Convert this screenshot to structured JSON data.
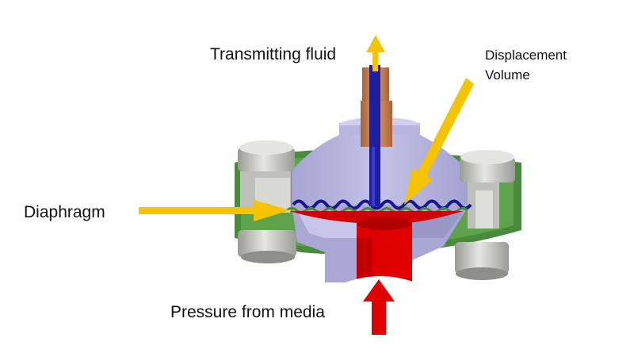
{
  "labels": {
    "transmitting_fluid": "Transmitting fluid",
    "displacement_line1": "Displacement",
    "displacement_line2": "Volume",
    "diaphragm": "Diaphragm",
    "pressure_from_media": "Pressure from media"
  },
  "colors": {
    "housing": "#b9b8e0",
    "housing_shadow": "#9694c0",
    "flange": "#4a8a3c",
    "bolt": "#c8c8c4",
    "bolt_shadow": "#8d8d8a",
    "capillary": "#1e1ea0",
    "fitting": "#c88450",
    "media_port": "#e00000",
    "diaphragm": "#2a9a2a",
    "displacement": "#161690",
    "arrow_yellow": "#f5c400",
    "arrow_red": "#e00000"
  }
}
